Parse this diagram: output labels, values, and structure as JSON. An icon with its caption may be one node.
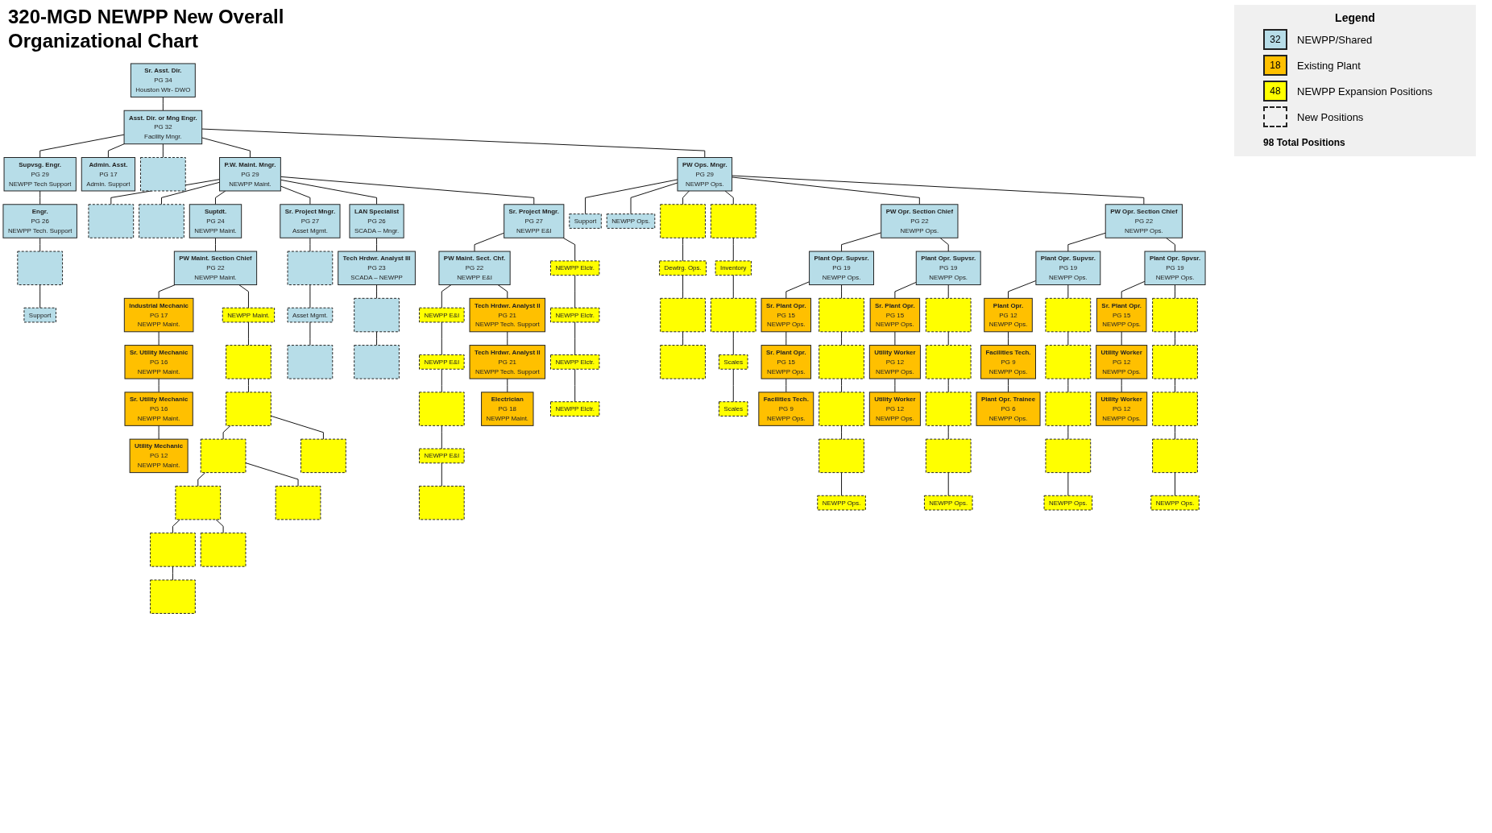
{
  "diagram": {
    "title": "320-MGD NEWPP New Overall Organizational Chart",
    "nodes": [
      {
        "text": [
          "Sr. Asst. Dir.",
          "PG 34",
          "Houston Wtr- DWO"
        ]
      },
      {
        "text": [
          "Asst. Dir. or Mng Engr.",
          "PG 32",
          "Facility Mngr."
        ]
      },
      {
        "text": [
          "Supvsg. Engr.",
          "PG 29",
          "NEWPP Tech Support"
        ]
      },
      {
        "text": [
          "Engr.",
          "PG 26",
          "NEWPP Tech. Support"
        ]
      },
      {
        "text": [],
        "shape": "box"
      },
      {
        "text": [
          "Support"
        ]
      },
      {
        "text": [
          "Admin. Asst.",
          "PG 17",
          "Admin. Support"
        ]
      },
      {
        "text": [],
        "shape": "box"
      },
      {
        "text": [
          "P.W. Maint. Mngr.",
          "PG 29",
          "NEWPP Maint."
        ]
      },
      {
        "text": [
          "PW Ops. Mngr.",
          "PG 29",
          "NEWPP Ops."
        ]
      },
      {
        "text": [],
        "shape": "box"
      },
      {
        "text": [],
        "shape": "box"
      },
      {
        "text": [
          "Suptdt.",
          "PG 24",
          "NEWPP Maint."
        ]
      },
      {
        "text": [
          "Sr. Project Mngr.",
          "PG 27",
          "Asset Mgmt."
        ]
      },
      {
        "text": [
          "LAN Specialist",
          "PG 26",
          "SCADA – Mngr."
        ]
      },
      {
        "text": [
          "Sr. Project Mngr.",
          "PG 27",
          "NEWPP E&I"
        ]
      },
      {
        "text": [
          "PW Maint. Section Chief",
          "PG 22",
          "NEWPP Maint."
        ]
      },
      {
        "text": [
          "Industrial Mechanic",
          "PG 17",
          "NEWPP Maint."
        ]
      },
      {
        "text": [
          "Sr. Utility Mechanic",
          "PG 16",
          "NEWPP Maint."
        ]
      },
      {
        "text": [
          "Sr. Utility Mechanic",
          "PG 16",
          "NEWPP Maint."
        ]
      },
      {
        "text": [
          "Utility Mechanic",
          "PG 12",
          "NEWPP Maint."
        ]
      },
      {
        "text": [
          "NEWPP Maint."
        ]
      },
      {
        "text": [],
        "shape": "box"
      },
      {
        "text": [],
        "shape": "box"
      },
      {
        "text": [],
        "shape": "box"
      },
      {
        "text": [],
        "shape": "box"
      },
      {
        "text": [],
        "shape": "box"
      },
      {
        "text": [],
        "shape": "box"
      },
      {
        "text": [],
        "shape": "box"
      },
      {
        "text": [],
        "shape": "box"
      },
      {
        "text": [],
        "shape": "box"
      },
      {
        "text": [],
        "shape": "box"
      },
      {
        "text": [
          "Asset Mgmt."
        ]
      },
      {
        "text": [],
        "shape": "box"
      },
      {
        "text": [
          "Tech Hrdwr. Analyst III",
          "PG 23",
          "SCADA – NEWPP"
        ]
      },
      {
        "text": [],
        "shape": "box"
      },
      {
        "text": [],
        "shape": "box"
      },
      {
        "text": [
          "PW Maint. Sect. Chf.",
          "PG 22",
          "NEWPP E&I"
        ]
      },
      {
        "text": [
          "NEWPP E&I"
        ]
      },
      {
        "text": [
          "NEWPP E&I"
        ]
      },
      {
        "text": [],
        "shape": "box"
      },
      {
        "text": [
          "NEWPP E&I"
        ]
      },
      {
        "text": [],
        "shape": "box"
      },
      {
        "text": [
          "Tech Hrdwr. Analyst II",
          "PG 21",
          "NEWPP Tech. Support"
        ]
      },
      {
        "text": [
          "Tech Hrdwr. Analyst II",
          "PG 21",
          "NEWPP Tech. Support"
        ]
      },
      {
        "text": [
          "Electrician",
          "PG 18",
          "NEWPP Maint."
        ]
      },
      {
        "text": [
          "NEWPP Elctr."
        ]
      },
      {
        "text": [
          "NEWPP Elctr."
        ]
      },
      {
        "text": [
          "NEWPP Elctr."
        ]
      },
      {
        "text": [
          "NEWPP Elctr."
        ]
      },
      {
        "text": [
          "Support"
        ]
      },
      {
        "text": [
          "NEWPP Ops."
        ]
      },
      {
        "text": [
          "PW Opr. Section Chief",
          "PG 22",
          "NEWPP Ops."
        ]
      },
      {
        "text": [
          "PW Opr. Section Chief",
          "PG 22",
          "NEWPP Ops."
        ]
      },
      {
        "text": [],
        "shape": "box"
      },
      {
        "text": [
          "Dewtrg. Ops."
        ]
      },
      {
        "text": [],
        "shape": "box"
      },
      {
        "text": [],
        "shape": "box"
      },
      {
        "text": [],
        "shape": "box"
      },
      {
        "text": [
          "Inventory"
        ]
      },
      {
        "text": [],
        "shape": "box"
      },
      {
        "text": [
          "Scales"
        ]
      },
      {
        "text": [
          "Scales"
        ]
      },
      {
        "text": [
          "Plant Opr. Supvsr.",
          "PG 19",
          "NEWPP Ops."
        ]
      },
      {
        "text": [
          "Plant Opr. Supvsr.",
          "PG 19",
          "NEWPP Ops."
        ]
      },
      {
        "text": [
          "Sr. Plant Opr.",
          "PG 15",
          "NEWPP Ops."
        ]
      },
      {
        "text": [
          "Sr. Plant Opr.",
          "PG 15",
          "NEWPP Ops."
        ]
      },
      {
        "text": [
          "Facilities Tech.",
          "PG 9",
          "NEWPP Ops."
        ]
      },
      {
        "text": [],
        "shape": "box"
      },
      {
        "text": [],
        "shape": "box"
      },
      {
        "text": [],
        "shape": "box"
      },
      {
        "text": [],
        "shape": "box"
      },
      {
        "text": [
          "NEWPP Ops."
        ]
      },
      {
        "text": [
          "Sr. Plant Opr.",
          "PG 15",
          "NEWPP Ops."
        ]
      },
      {
        "text": [
          "Utility Worker",
          "PG 12",
          "NEWPP Ops."
        ]
      },
      {
        "text": [
          "Utility Worker",
          "PG 12",
          "NEWPP Ops."
        ]
      },
      {
        "text": [],
        "shape": "box"
      },
      {
        "text": [],
        "shape": "box"
      },
      {
        "text": [],
        "shape": "box"
      },
      {
        "text": [],
        "shape": "box"
      },
      {
        "text": [
          "NEWPP Ops."
        ]
      },
      {
        "text": [
          "Plant Opr. Supvsr.",
          "PG 19",
          "NEWPP Ops."
        ]
      },
      {
        "text": [
          "Plant Opr. Spvsr.",
          "PG 19",
          "NEWPP Ops."
        ]
      },
      {
        "text": [
          "Plant Opr.",
          "PG 12",
          "NEWPP Ops."
        ]
      },
      {
        "text": [
          "Facilities Tech.",
          "PG 9",
          "NEWPP Ops."
        ]
      },
      {
        "text": [
          "Plant Opr. Trainee",
          "PG 6",
          "NEWPP Ops."
        ]
      },
      {
        "text": [],
        "shape": "box"
      },
      {
        "text": [],
        "shape": "box"
      },
      {
        "text": [],
        "shape": "box"
      },
      {
        "text": [],
        "shape": "box"
      },
      {
        "text": [
          "NEWPP Ops."
        ]
      },
      {
        "text": [
          "Sr. Plant Opr.",
          "PG 15",
          "NEWPP Ops."
        ]
      },
      {
        "text": [
          "Utility Worker",
          "PG 12",
          "NEWPP Ops."
        ]
      },
      {
        "text": [
          "Utility Worker",
          "PG 12",
          "NEWPP Ops."
        ]
      },
      {
        "text": [],
        "shape": "box"
      },
      {
        "text": [],
        "shape": "box"
      },
      {
        "text": [],
        "shape": "box"
      },
      {
        "text": [],
        "shape": "box"
      },
      {
        "text": [
          "NEWPP Ops."
        ]
      }
    ],
    "edges": [
      {
        "from": 0,
        "to": 1,
        "arrow": "none"
      },
      {
        "from": 1,
        "to": 2,
        "arrow": "none"
      },
      {
        "from": 2,
        "to": 3,
        "arrow": "none"
      },
      {
        "from": 3,
        "to": 4,
        "arrow": "none"
      },
      {
        "from": 4,
        "to": 5,
        "arrow": "none"
      },
      {
        "from": 1,
        "to": 6,
        "arrow": "none"
      },
      {
        "from": 1,
        "to": 7,
        "arrow": "none"
      },
      {
        "from": 1,
        "to": 8,
        "arrow": "none"
      },
      {
        "from": 1,
        "to": 9,
        "arrow": "none"
      },
      {
        "from": 8,
        "to": 10,
        "arrow": "none"
      },
      {
        "from": 8,
        "to": 11,
        "arrow": "none"
      },
      {
        "from": 8,
        "to": 12,
        "arrow": "none"
      },
      {
        "from": 8,
        "to": 13,
        "arrow": "none"
      },
      {
        "from": 8,
        "to": 14,
        "arrow": "none"
      },
      {
        "from": 8,
        "to": 15,
        "arrow": "none"
      },
      {
        "from": 12,
        "to": 16,
        "arrow": "none"
      },
      {
        "from": 16,
        "to": 17,
        "arrow": "none"
      },
      {
        "from": 17,
        "to": 18,
        "arrow": "none"
      },
      {
        "from": 18,
        "to": 19,
        "arrow": "none"
      },
      {
        "from": 19,
        "to": 20,
        "arrow": "none"
      },
      {
        "from": 16,
        "to": 21,
        "arrow": "none"
      },
      {
        "from": 21,
        "to": 22,
        "arrow": "none"
      },
      {
        "from": 22,
        "to": 23,
        "arrow": "none"
      },
      {
        "from": 23,
        "to": 24,
        "arrow": "none"
      },
      {
        "from": 24,
        "to": 25,
        "arrow": "none"
      },
      {
        "from": 25,
        "to": 26,
        "arrow": "none"
      },
      {
        "from": 23,
        "to": 27,
        "arrow": "none"
      },
      {
        "from": 24,
        "to": 28,
        "arrow": "none"
      },
      {
        "from": 25,
        "to": 29,
        "arrow": "none"
      },
      {
        "from": 26,
        "to": 30,
        "arrow": "none"
      },
      {
        "from": 13,
        "to": 31,
        "arrow": "none"
      },
      {
        "from": 31,
        "to": 32,
        "arrow": "none"
      },
      {
        "from": 32,
        "to": 33,
        "arrow": "none"
      },
      {
        "from": 14,
        "to": 34,
        "arrow": "none"
      },
      {
        "from": 34,
        "to": 35,
        "arrow": "none"
      },
      {
        "from": 35,
        "to": 36,
        "arrow": "none"
      },
      {
        "from": 15,
        "to": 37,
        "arrow": "none"
      },
      {
        "from": 37,
        "to": 38,
        "arrow": "none"
      },
      {
        "from": 38,
        "to": 39,
        "arrow": "none"
      },
      {
        "from": 39,
        "to": 40,
        "arrow": "none"
      },
      {
        "from": 40,
        "to": 41,
        "arrow": "none"
      },
      {
        "from": 41,
        "to": 42,
        "arrow": "none"
      },
      {
        "from": 37,
        "to": 43,
        "arrow": "none"
      },
      {
        "from": 43,
        "to": 44,
        "arrow": "none"
      },
      {
        "from": 44,
        "to": 45,
        "arrow": "none"
      },
      {
        "from": 15,
        "to": 46,
        "arrow": "none"
      },
      {
        "from": 46,
        "to": 47,
        "arrow": "none"
      },
      {
        "from": 47,
        "to": 48,
        "arrow": "none"
      },
      {
        "from": 48,
        "to": 49,
        "arrow": "none"
      },
      {
        "from": 9,
        "to": 50,
        "arrow": "none"
      },
      {
        "from": 9,
        "to": 51,
        "arrow": "none"
      },
      {
        "from": 9,
        "to": 52,
        "arrow": "none"
      },
      {
        "from": 9,
        "to": 53,
        "arrow": "none"
      },
      {
        "from": 9,
        "to": 54,
        "arrow": "none"
      },
      {
        "from": 54,
        "to": 55,
        "arrow": "none"
      },
      {
        "from": 55,
        "to": 56,
        "arrow": "none"
      },
      {
        "from": 56,
        "to": 57,
        "arrow": "none"
      },
      {
        "from": 9,
        "to": 58,
        "arrow": "none"
      },
      {
        "from": 58,
        "to": 59,
        "arrow": "none"
      },
      {
        "from": 59,
        "to": 60,
        "arrow": "none"
      },
      {
        "from": 60,
        "to": 61,
        "arrow": "none"
      },
      {
        "from": 61,
        "to": 62,
        "arrow": "none"
      },
      {
        "from": 52,
        "to": 63,
        "arrow": "none"
      },
      {
        "from": 52,
        "to": 64,
        "arrow": "none"
      },
      {
        "from": 63,
        "to": 65,
        "arrow": "none"
      },
      {
        "from": 65,
        "to": 66,
        "arrow": "none"
      },
      {
        "from": 66,
        "to": 67,
        "arrow": "none"
      },
      {
        "from": 63,
        "to": 68,
        "arrow": "none"
      },
      {
        "from": 68,
        "to": 69,
        "arrow": "none"
      },
      {
        "from": 69,
        "to": 70,
        "arrow": "none"
      },
      {
        "from": 70,
        "to": 71,
        "arrow": "none"
      },
      {
        "from": 71,
        "to": 72,
        "arrow": "none"
      },
      {
        "from": 64,
        "to": 73,
        "arrow": "none"
      },
      {
        "from": 73,
        "to": 74,
        "arrow": "none"
      },
      {
        "from": 74,
        "to": 75,
        "arrow": "none"
      },
      {
        "from": 64,
        "to": 76,
        "arrow": "none"
      },
      {
        "from": 76,
        "to": 77,
        "arrow": "none"
      },
      {
        "from": 77,
        "to": 78,
        "arrow": "none"
      },
      {
        "from": 78,
        "to": 79,
        "arrow": "none"
      },
      {
        "from": 79,
        "to": 80,
        "arrow": "none"
      },
      {
        "from": 53,
        "to": 81,
        "arrow": "none"
      },
      {
        "from": 53,
        "to": 82,
        "arrow": "none"
      },
      {
        "from": 81,
        "to": 83,
        "arrow": "none"
      },
      {
        "from": 83,
        "to": 84,
        "arrow": "none"
      },
      {
        "from": 84,
        "to": 85,
        "arrow": "none"
      },
      {
        "from": 81,
        "to": 86,
        "arrow": "none"
      },
      {
        "from": 86,
        "to": 87,
        "arrow": "none"
      },
      {
        "from": 87,
        "to": 88,
        "arrow": "none"
      },
      {
        "from": 88,
        "to": 89,
        "arrow": "none"
      },
      {
        "from": 89,
        "to": 90,
        "arrow": "none"
      },
      {
        "from": 82,
        "to": 91,
        "arrow": "none"
      },
      {
        "from": 91,
        "to": 92,
        "arrow": "none"
      },
      {
        "from": 92,
        "to": 93,
        "arrow": "none"
      },
      {
        "from": 82,
        "to": 94,
        "arrow": "none"
      },
      {
        "from": 94,
        "to": 95,
        "arrow": "none"
      },
      {
        "from": 95,
        "to": 96,
        "arrow": "none"
      },
      {
        "from": 96,
        "to": 97,
        "arrow": "none"
      },
      {
        "from": 97,
        "to": 98,
        "arrow": "none"
      }
    ],
    "labels": [
      "Legend",
      "32",
      "18",
      "48",
      "98 Total Positions"
    ],
    "legend": [
      {
        "text": "NEWPP/Shared",
        "color": "#b7dde8"
      },
      {
        "text": "Existing Plant",
        "color": "#ffc000"
      },
      {
        "text": "NEWPP Expansion Positions",
        "color": "#ffff00"
      },
      {
        "text": "New Positions"
      }
    ]
  }
}
